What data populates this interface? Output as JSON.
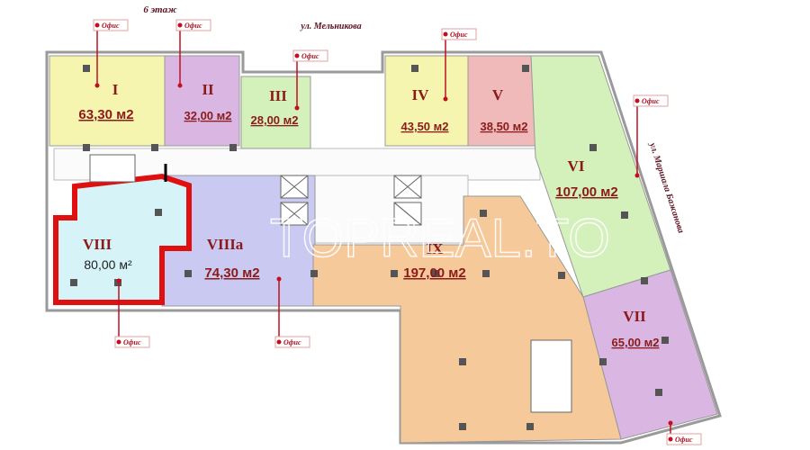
{
  "floor_label": "6 этаж",
  "streets": {
    "north": "ул. Мельникова",
    "east": "ул. Маршала Бажанова"
  },
  "callout_label": "Офис",
  "watermark": "TOPREAL.TO",
  "selected_room": "VIII",
  "rooms": [
    {
      "id": "I",
      "area": "63,30 м2",
      "color": "#f5f5b0"
    },
    {
      "id": "II",
      "area": "32,00 м2",
      "color": "#dab6e2"
    },
    {
      "id": "III",
      "area": "28,00 м2",
      "color": "#d4f0bb"
    },
    {
      "id": "IV",
      "area": "43,50 м2",
      "color": "#f5f5b0"
    },
    {
      "id": "V",
      "area": "38,50 м2",
      "color": "#f0baba"
    },
    {
      "id": "VI",
      "area": "107,00 м2",
      "color": "#d4f0bb"
    },
    {
      "id": "VII",
      "area": "65,00 м2",
      "color": "#dab6e2"
    },
    {
      "id": "VIII",
      "area": "80,00 м²",
      "color": "#d6f4f8"
    },
    {
      "id": "VIIIa",
      "area": "74,30 м2",
      "color": "#c9c9f2"
    },
    {
      "id": "IX",
      "area": "197,00 м2",
      "color": "#f6c99a"
    }
  ],
  "colors": {
    "highlight": "#e01010",
    "label": "#8b1a1a",
    "wall": "#9a9a9a"
  }
}
